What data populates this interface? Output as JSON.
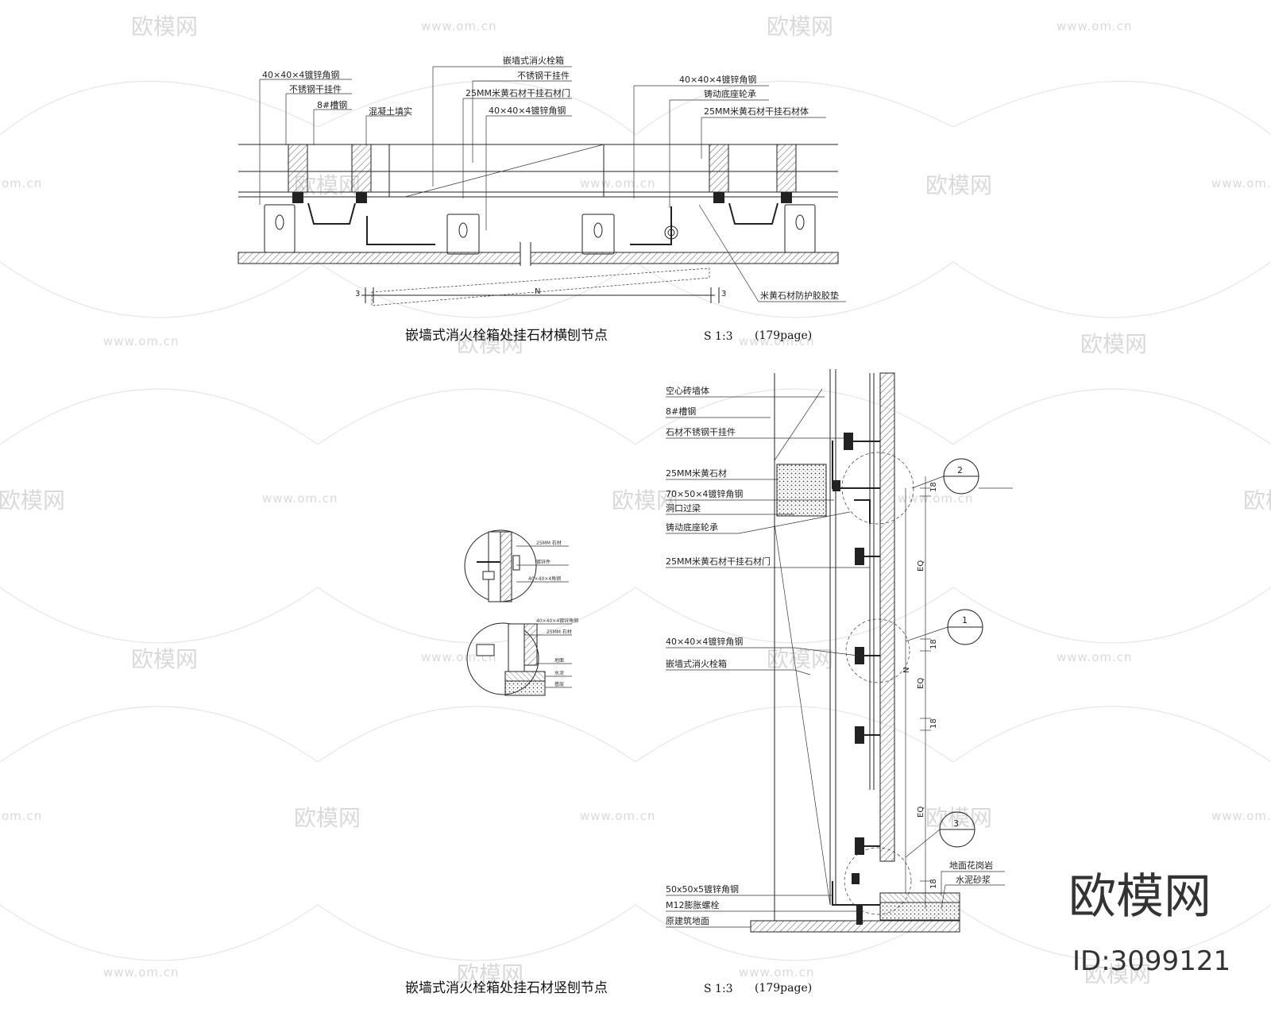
{
  "watermark": {
    "logo_text": "欧模网",
    "url_text": "www.om.cn",
    "url_short": "om.cn"
  },
  "brand": {
    "name": "欧模网",
    "id_text": "ID:3099121"
  },
  "top_drawing": {
    "title": "嵌墙式消火栓箱处挂石材横刨节点",
    "scale": "S 1:3",
    "page": "(179page)",
    "labels_left": [
      "40×40×4镀锌角钢",
      "不锈钢干挂件",
      "8#槽钢"
    ],
    "label_concrete": "混凝土填实",
    "labels_center": [
      "嵌墙式消火栓箱",
      "不锈钢干挂件",
      "25MM米黄石材干挂石材门",
      "40×40×4镀锌角钢"
    ],
    "labels_right": [
      "40×40×4镀锌角钢",
      "铸动底座轮承",
      "25MM米黄石材干挂石材体"
    ],
    "label_bottom_right": "米黄石材防护胶胶垫",
    "dim_left": "3",
    "dim_mid": "N",
    "dim_right": "3"
  },
  "bottom_drawing": {
    "title": "嵌墙式消火栓箱处挂石材竖刨节点",
    "scale": "S 1:3",
    "page": "(179page)",
    "labels_top": [
      "空心砖墙体",
      "8#槽钢",
      "石材不锈钢干挂件"
    ],
    "labels_mid": [
      "25MM米黄石材",
      "70×50×4镀锌角钢",
      "洞口过梁",
      "铸动底座轮承"
    ],
    "label_stone": "25MM米黄石材干挂石材门",
    "labels_lower": [
      "40×40×4镀锌角钢",
      "嵌墙式消火栓箱"
    ],
    "labels_bottom": [
      "50x50x5镀锌角钢",
      "M12膨胀螺栓",
      "原建筑地面"
    ],
    "labels_floor": [
      "地面花岗岩",
      "水泥砂浆"
    ],
    "callouts": [
      "2",
      "1",
      "3"
    ],
    "dims": [
      "18",
      "EQ",
      "18",
      "N",
      "EQ",
      "18",
      "EQ",
      "18"
    ]
  },
  "detail_1": {
    "labels": [
      "25MM 石材",
      "镀锌件",
      "40×40×4角钢"
    ]
  },
  "detail_2": {
    "labels": [
      "40×40×4镀锌角钢",
      "25MM 石材",
      "地面",
      "水泥",
      "基层"
    ]
  }
}
